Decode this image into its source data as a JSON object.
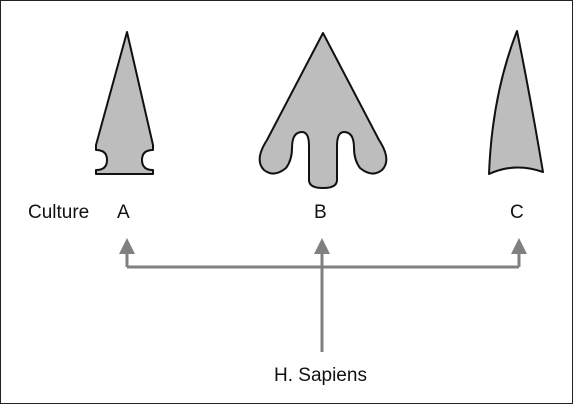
{
  "labels": {
    "culture": "Culture",
    "a": "A",
    "b": "B",
    "c": "C",
    "origin": "H. Sapiens"
  },
  "colors": {
    "point_fill": "#bdbdbd",
    "point_stroke": "#111111",
    "arrow": "#808080",
    "text": "#111111"
  }
}
